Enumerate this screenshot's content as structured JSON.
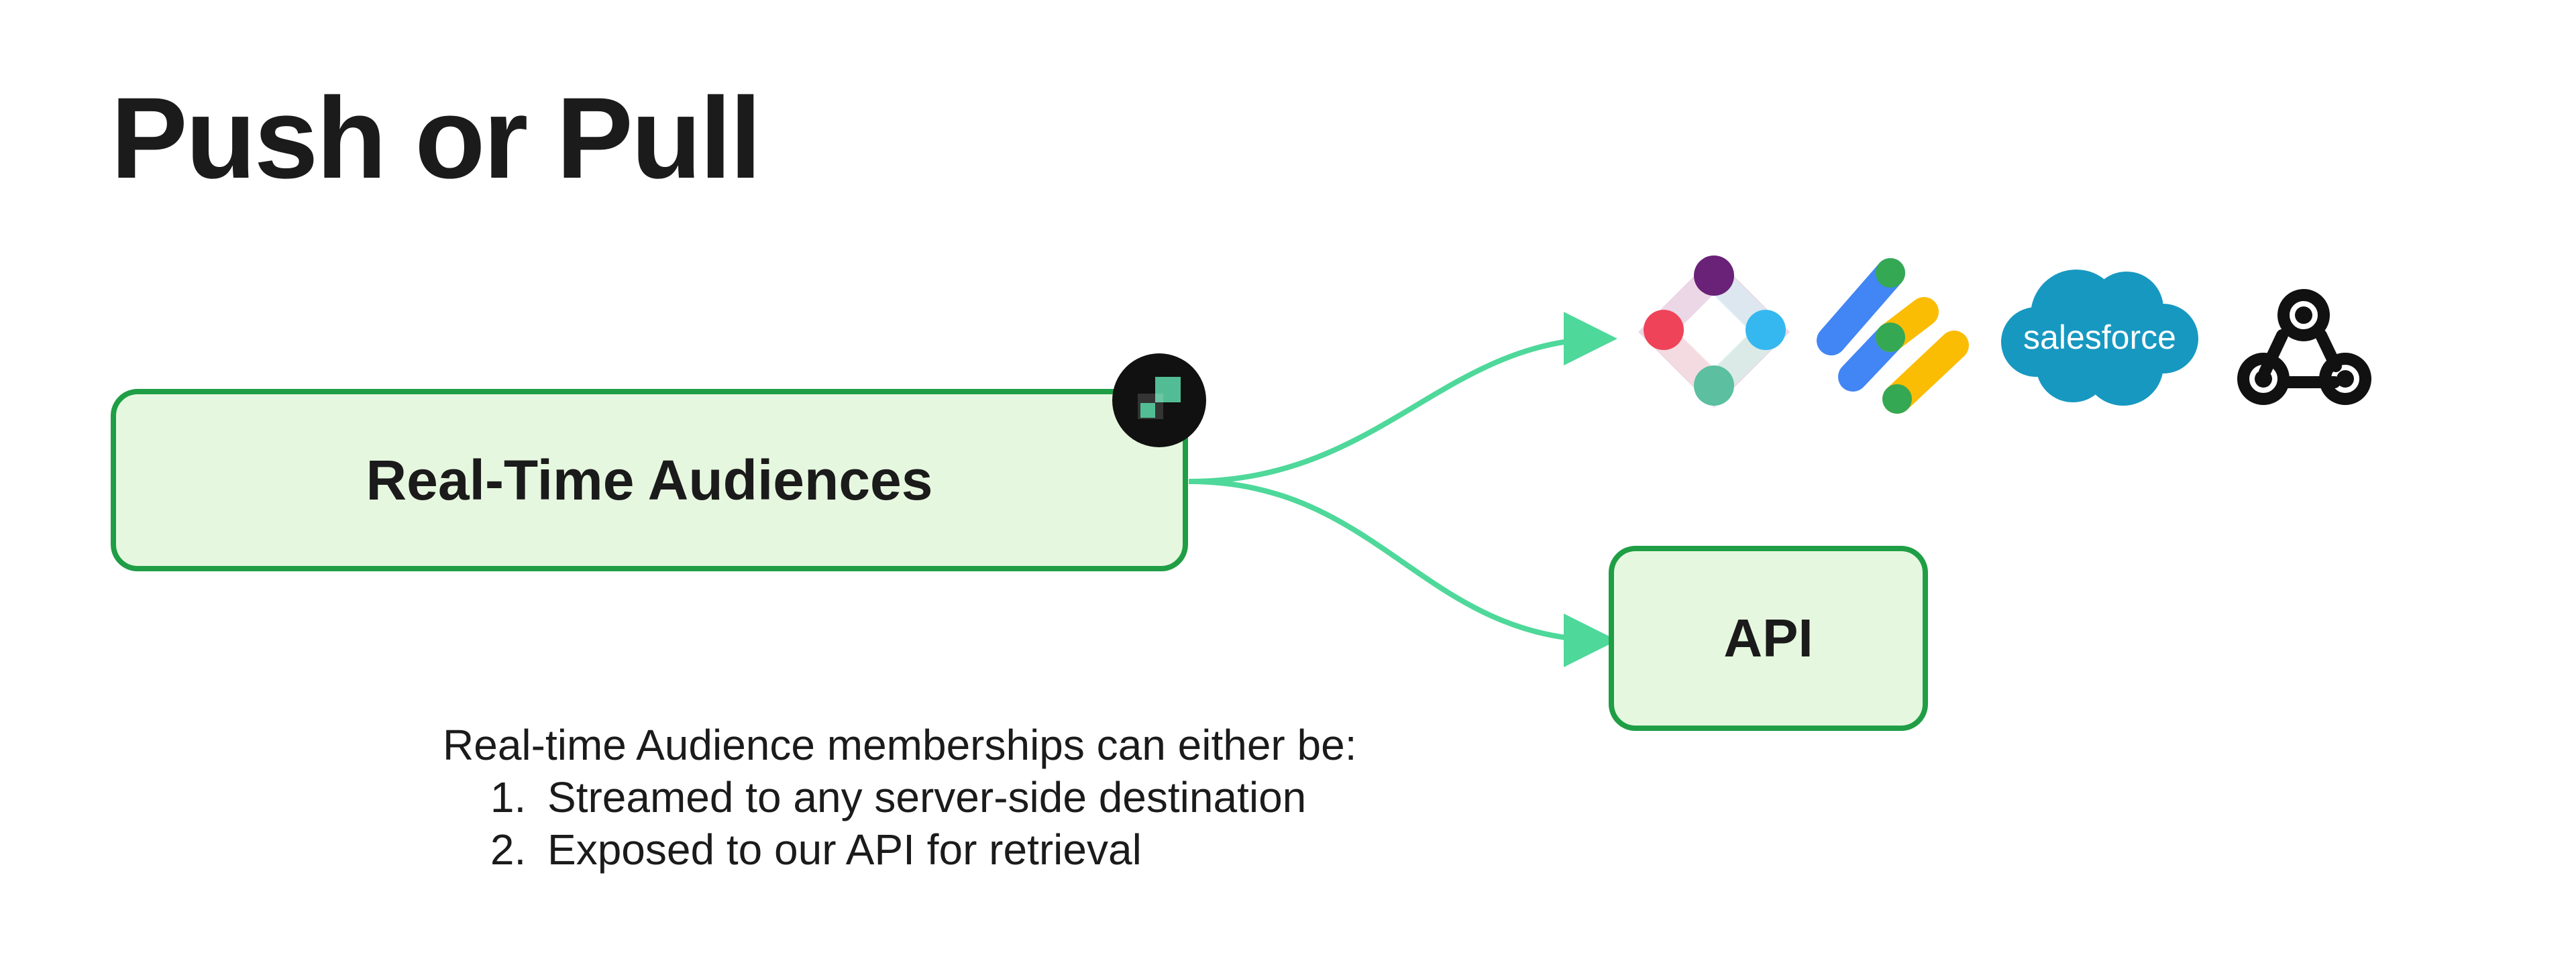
{
  "title": "Push or Pull",
  "nodes": {
    "source": "Real-Time Audiences",
    "api": "API"
  },
  "destinations": {
    "icons": [
      "segment-icon",
      "google-tag-manager-icon",
      "salesforce-icon",
      "webhook-icon"
    ],
    "salesforce_text": "salesforce"
  },
  "description": {
    "intro": "Real-time Audience memberships can either be:",
    "items": [
      "Streamed to any server-side destination",
      "Exposed to our API for retrieval"
    ]
  },
  "colors": {
    "node_fill": "#e6f7df",
    "node_border": "#1f9e45",
    "arrow": "#4ed89a",
    "title": "#1b1b1b"
  }
}
